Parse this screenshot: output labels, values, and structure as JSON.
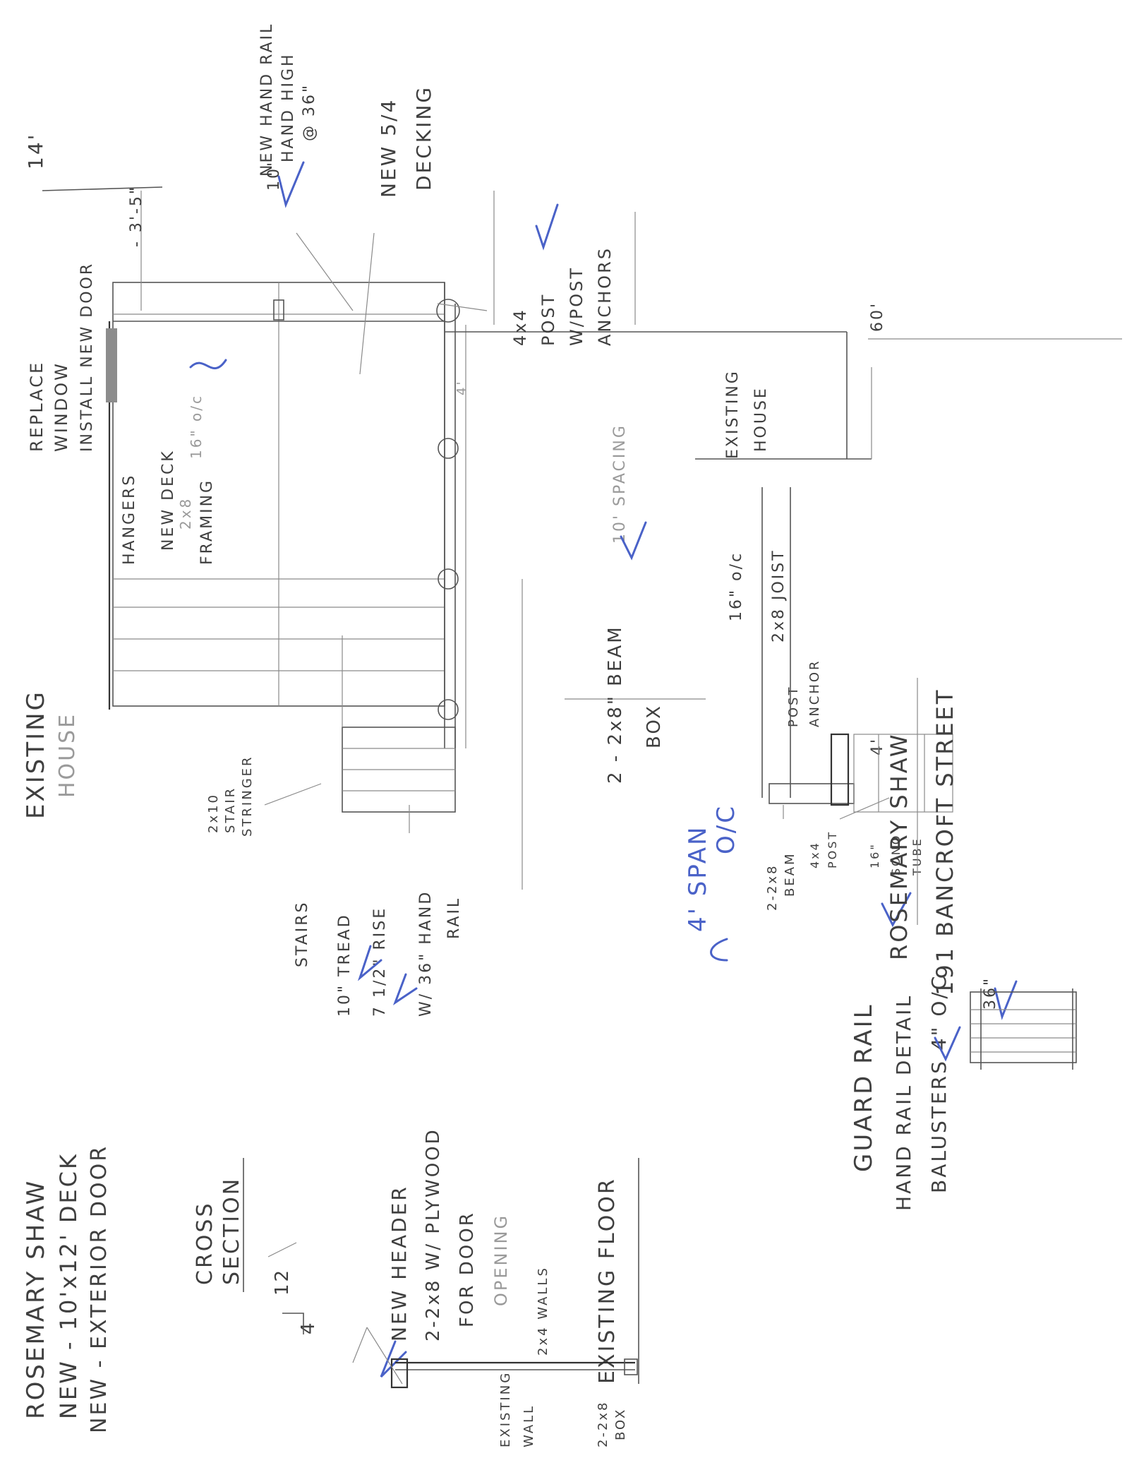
{
  "colors": {
    "pencil": "#555555",
    "pencil_light": "#8a8a8a",
    "blue_ink": "#4a62c8",
    "paper": "#ffffff"
  },
  "project": {
    "owner_line": "ROSEMARY SHAW",
    "deck_line": "NEW - 10'x12' DECK",
    "door_line": "NEW - EXTERIOR DOOR"
  },
  "top_notes": {
    "window": [
      "REPLACE",
      "WINDOW",
      "INSTALL NEW DOOR"
    ],
    "dim_1": "14'",
    "dim_2": "- 3'-5\"",
    "hand_rail": [
      "NEW HAND RAIL",
      "HAND HIGH",
      "@ 36\""
    ],
    "decking": [
      "NEW 5/4",
      "DECKING"
    ],
    "post": [
      "4x4",
      "POST",
      "W/POST",
      "ANCHORS"
    ],
    "dim_10": "10'",
    "dim_4": "4'",
    "dim_60": "60'"
  },
  "plan": {
    "existing_house_left": [
      "EXISTING",
      "HOUSE"
    ],
    "hangers": "HANGERS",
    "new_deck": "NEW DECK",
    "framing": "FRAMING",
    "framing_spacing": "16\" o/c",
    "framing_size": "2x8",
    "stair_stringer": [
      "2x10",
      "STAIR",
      "STRINGER"
    ],
    "stairs_title": "STAIRS",
    "stairs_tread": "10\" TREAD",
    "stairs_rise": "7 1/2\" RISE",
    "stairs_rail": [
      "W/ 36\" HAND",
      "RAIL"
    ]
  },
  "right_notes": {
    "beam": [
      "2 - 2x8\" BEAM",
      "BOX"
    ],
    "joist": [
      "16\" o/c",
      "2x8 JOIST"
    ],
    "existing_house_right": [
      "EXISTING",
      "HOUSE"
    ],
    "existing_decking": "10' SPACING",
    "post_anchor": [
      "POST",
      "ANCHOR"
    ],
    "beam_small": [
      "2-2x8",
      "BEAM"
    ],
    "post_small": [
      "4x4",
      "POST"
    ],
    "sono_tube": [
      "16\"",
      "SONO",
      "TUBE"
    ],
    "spacing_blue": [
      "4' SPAN",
      "O/C"
    ],
    "footing_dim": "4'"
  },
  "guard_rail": {
    "title": "GUARD RAIL",
    "line_1": "HAND RAIL DETAIL",
    "line_2": "BALUSTERS 4\" O/C",
    "height": "36\""
  },
  "cross_section": {
    "title": [
      "CROSS",
      "SECTION"
    ],
    "pitch_rise": "12",
    "pitch_run": "4",
    "header": [
      "NEW HEADER",
      "2-2x8 W/ PLYWOOD",
      "FOR DOOR",
      "OPENING"
    ],
    "walls": "2x4 WALLS",
    "existing_floor": "EXISTING FLOOR",
    "existing_wall": [
      "EXISTING",
      "WALL"
    ],
    "box": [
      "2-2x8",
      "BOX"
    ]
  },
  "address": {
    "name": "ROSEMARY SHAW",
    "street": "191 BANCROFT STREET"
  }
}
